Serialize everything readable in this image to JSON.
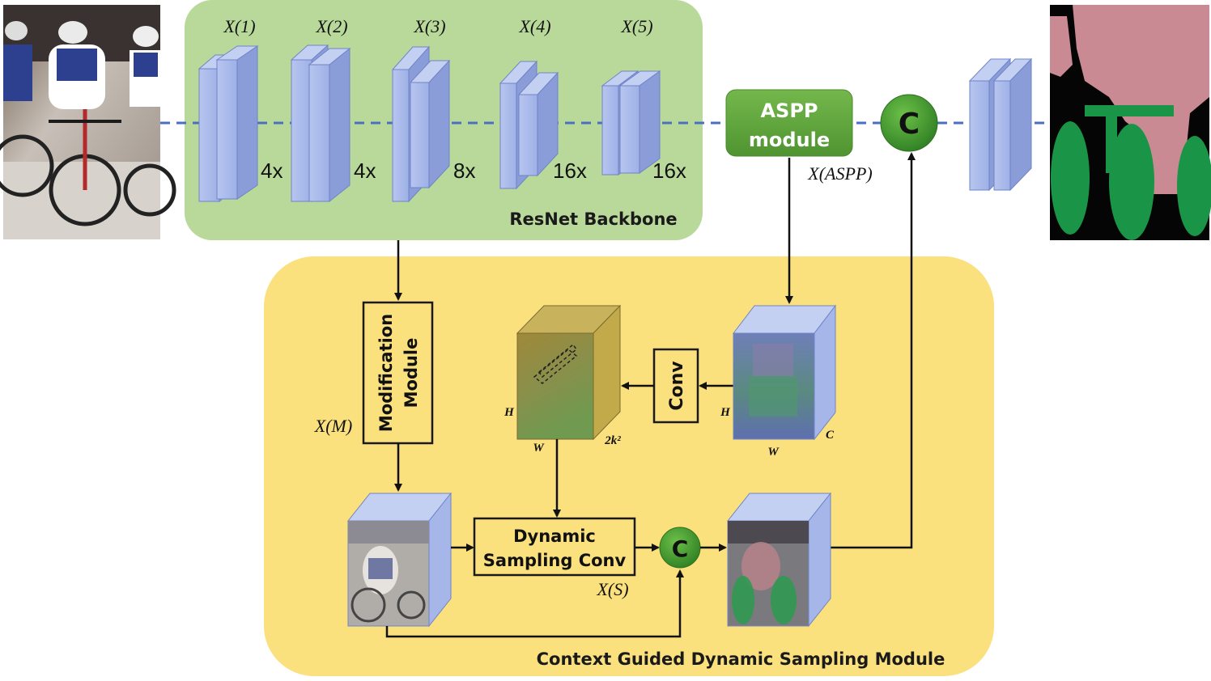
{
  "backbone": {
    "label": "ResNet Backbone",
    "stages": [
      {
        "name": "X(1)",
        "scale": "4x"
      },
      {
        "name": "X(2)",
        "scale": "4x"
      },
      {
        "name": "X(3)",
        "scale": "8x"
      },
      {
        "name": "X(4)",
        "scale": "16x"
      },
      {
        "name": "X(5)",
        "scale": "16x"
      }
    ]
  },
  "aspp": {
    "line1": "ASPP",
    "line2": "module",
    "output": "X(ASPP)"
  },
  "concat_symbol": "C",
  "module": {
    "label": "Context Guided Dynamic Sampling Module",
    "modification_line1": "Modification",
    "modification_line2": "Module",
    "modification_output": "X(M)",
    "conv_label": "Conv",
    "dynamic_line1": "Dynamic",
    "dynamic_line2": "Sampling Conv",
    "dynamic_output": "X(S)",
    "offset_cube": {
      "h": "H",
      "w": "W",
      "c": "2k²"
    },
    "feature_cube": {
      "h": "H",
      "w": "W",
      "c": "C"
    }
  },
  "colors": {
    "backbone_bg": "#b9d99a",
    "module_bg": "#fbe07e",
    "layer_front": "#a9b9e8",
    "layer_side": "#8094d4",
    "aspp_green": "#5ea43a",
    "concat_green": "#3f8f2c",
    "dashed_line": "#4a6fc0"
  }
}
